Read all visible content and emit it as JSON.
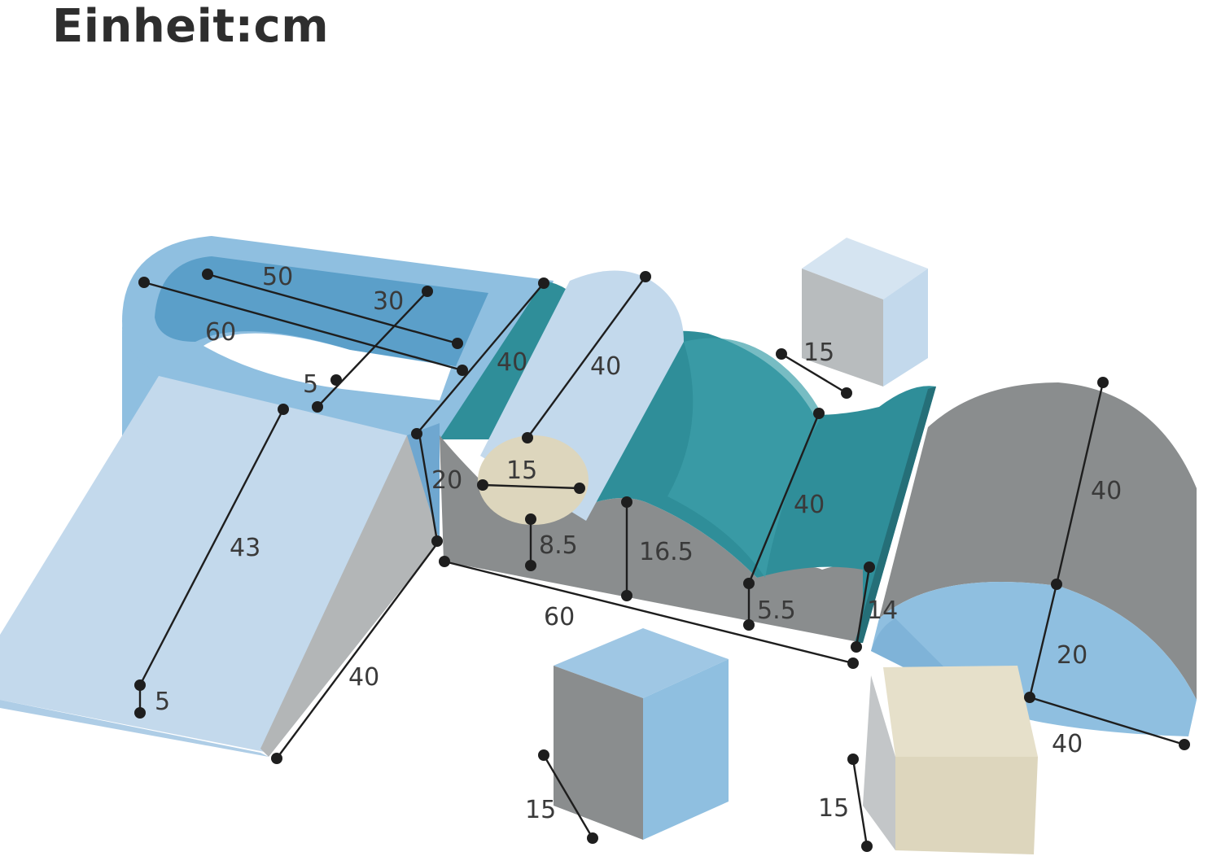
{
  "title": "Einheit:cm",
  "colors": {
    "light_blue": "#c3d9ec",
    "blue": "#8fbfe0",
    "teal": "#2f8e99",
    "gray": "#8a8d8e",
    "beige": "#ddd6bd"
  },
  "pieces": {
    "u_frame": {
      "outer_length": "60",
      "inner_length": "50",
      "width": "30",
      "rim": "5",
      "depth": "40",
      "height": "20"
    },
    "ramp": {
      "length": "43",
      "thickness": "5",
      "width": "40"
    },
    "roller": {
      "length": "40",
      "diameter": "15"
    },
    "wave": {
      "length": "60",
      "width": "40",
      "dip_height": "8.5",
      "crest_height": "16.5",
      "low_height": "5.5",
      "end_height": "14"
    },
    "half_cylinder": {
      "height": "40",
      "radius": "20",
      "width": "40"
    },
    "cubes": {
      "top": "15",
      "front_left": "15",
      "front_right": "15"
    }
  }
}
